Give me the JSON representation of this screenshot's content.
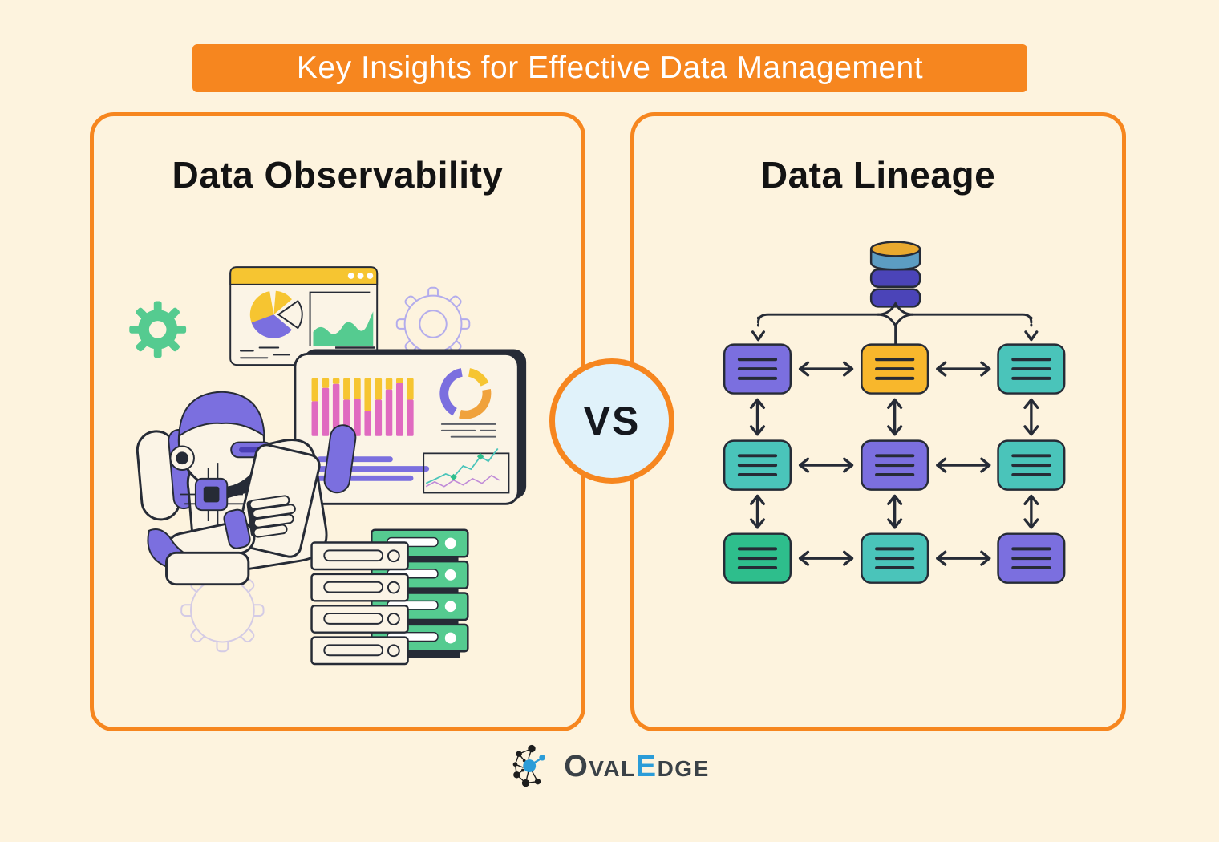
{
  "title": "Key Insights for Effective Data Management",
  "vs_label": "VS",
  "panels": {
    "left": {
      "heading": "Data Observability"
    },
    "right": {
      "heading": "Data Lineage"
    }
  },
  "lineage": {
    "source_icon": "database-icon",
    "node_icon": "list-lines-icon",
    "grid": [
      [
        "purple",
        "yellow",
        "teal"
      ],
      [
        "teal",
        "purple",
        "teal"
      ],
      [
        "green",
        "teal",
        "purple"
      ]
    ]
  },
  "illustration_icons": [
    "gear-icon",
    "browser-chart-window",
    "pie-chart",
    "area-chart",
    "analytics-dashboard",
    "bar-chart",
    "donut-chart",
    "trend-chart",
    "robot",
    "tablet",
    "server-stack"
  ],
  "logo": {
    "name": "OvalEdge",
    "parts": [
      {
        "text": "O",
        "size": "lg",
        "color": "dark"
      },
      {
        "text": "VAL",
        "size": "sm",
        "color": "dark"
      },
      {
        "text": "E",
        "size": "lg",
        "color": "blue"
      },
      {
        "text": "DGE",
        "size": "sm",
        "color": "dark"
      }
    ]
  },
  "colors": {
    "orange": "#F6861F",
    "cream": "#FDF3DE",
    "card": "#FBF4E6",
    "ink": "#262B36",
    "vsFill": "#E0F2FA",
    "heading": "#131313",
    "purple": "#7B6FDF",
    "indigo": "#4B44B8",
    "yellow": "#F8B72C",
    "chartYellow": "#F6C531",
    "teal": "#4AC4BA",
    "green": "#2EBE8C",
    "pink": "#E06AC0",
    "steel": "#5C9DC3",
    "gold": "#E9A92F",
    "lightPurple": "#B3ACEC",
    "gearGreen": "#55CB90",
    "amber": "#F0A23C",
    "logoDark": "#3A4147",
    "logoBlue": "#2B9CD8"
  }
}
